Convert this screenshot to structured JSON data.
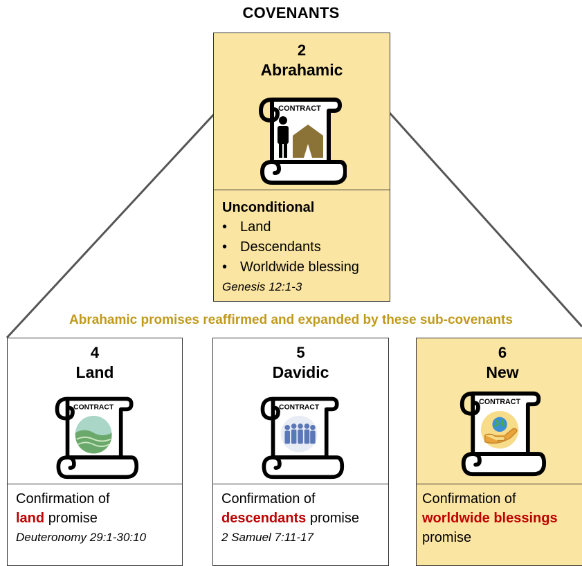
{
  "title": "COVENANTS",
  "abrahamic": {
    "number": "2",
    "name": "Abrahamic",
    "contract_label": "CONTRACT",
    "heading": "Unconditional",
    "promises": [
      "Land",
      "Descendants",
      "Worldwide blessing"
    ],
    "reference": "Genesis 12:1-3"
  },
  "subheading": "Abrahamic promises reaffirmed and expanded by these sub-covenants",
  "land": {
    "number": "4",
    "name": "Land",
    "contract_label": "CONTRACT",
    "line1": "Confirmation of",
    "highlight": "land",
    "after": "promise",
    "reference": "Deuteronomy 29:1-30:10"
  },
  "davidic": {
    "number": "5",
    "name": "Davidic",
    "contract_label": "CONTRACT",
    "line1": "Confirmation of",
    "highlight": "descendants",
    "after": "promise",
    "reference": "2 Samuel 7:11-17"
  },
  "new": {
    "number": "6",
    "name": "New",
    "contract_label": "CONTRACT",
    "line1": "Confirmation of",
    "highlight": "worldwide blessings",
    "after": "promise"
  },
  "colors": {
    "yellow_fill": "#fbe5a3",
    "subheading_gold": "#c09a1a",
    "highlight_red": "#c00000",
    "tent_brown": "#8b7338"
  },
  "icons": [
    "scroll-contract-icon",
    "person-icon",
    "tent-icon",
    "landscape-icon",
    "people-icon",
    "globe-hand-icon"
  ]
}
